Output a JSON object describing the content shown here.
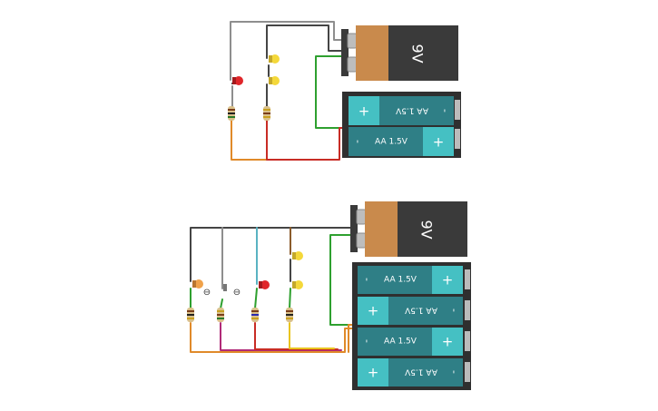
{
  "colors": {
    "background": "#ffffff",
    "nine_volt_body": "#3a3a3a",
    "nine_volt_label": "#c98a4c",
    "nine_volt_terminal": "#bdbdbd",
    "battery_holder": "#2f2f2f",
    "aa_cell": "#2f7f86",
    "aa_cell_positive": "#45c0c3",
    "led_red": "#e0262a",
    "led_yellow": "#f4d83a",
    "led_orange": "#f0a24a",
    "wire_gray": "#8e8e8e",
    "wire_dark": "#454545",
    "wire_green": "#2ea02f",
    "wire_orange": "#e08a2a",
    "wire_red": "#c82c25",
    "wire_purple": "#b02a78",
    "wire_yellow": "#e9c420",
    "wire_teal": "#5ab3c2",
    "wire_brown": "#8b5c2c"
  },
  "circuit_top": {
    "battery_9v": {
      "label": "9V"
    },
    "aa_pack": {
      "cells": [
        {
          "label": "AA 1.5V",
          "plus": "+",
          "minus": "-",
          "flipped": true
        },
        {
          "label": "AA 1.5V",
          "plus": "+",
          "minus": "-",
          "flipped": false
        }
      ]
    },
    "leds": [
      "red",
      "yellow",
      "yellow"
    ],
    "resistors": 2
  },
  "circuit_bottom": {
    "battery_9v": {
      "label": "9V"
    },
    "aa_pack": {
      "cells": [
        {
          "label": "AA 1.5V",
          "plus": "+",
          "minus": "-",
          "flipped": false
        },
        {
          "label": "AA 1.5V",
          "plus": "+",
          "minus": "-",
          "flipped": true
        },
        {
          "label": "AA 1.5V",
          "plus": "+",
          "minus": "-",
          "flipped": false
        },
        {
          "label": "AA 1.5V",
          "plus": "+",
          "minus": "-",
          "flipped": true
        }
      ]
    },
    "leds": [
      "orange",
      "red",
      "yellow",
      "yellow"
    ],
    "resistors": 4,
    "photoresistor_symbol": "⊖"
  }
}
